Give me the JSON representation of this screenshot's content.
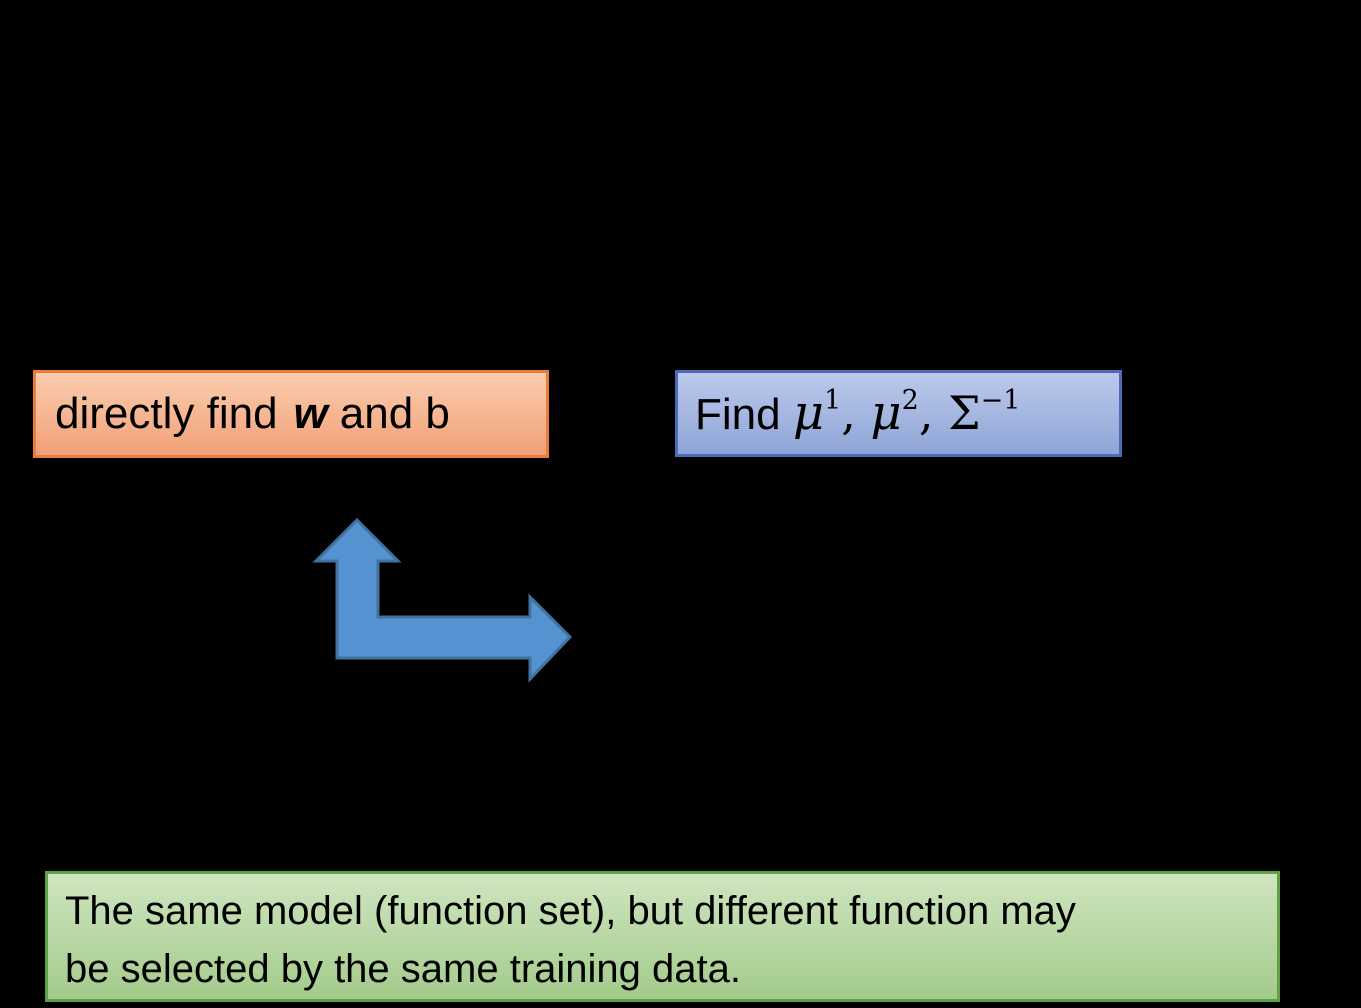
{
  "slide": {
    "background": "#000000"
  },
  "colors": {
    "slide_background": "#000000",
    "text": "#000000",
    "orange_fill_top": "#fbcdae",
    "orange_fill_bottom": "#f1a078",
    "orange_border": "#e87e39",
    "blue_fill_top": "#bcc9eb",
    "blue_fill_bottom": "#8fa5d7",
    "blue_border": "#4d6cb8",
    "green_fill_top": "#cfe5c0",
    "green_fill_bottom": "#a3cb8b",
    "green_border": "#61a144",
    "arrow_fill": "#5592d2",
    "arrow_border": "#41719c"
  },
  "boxes": {
    "discriminative": {
      "text_prefix": "directly find",
      "w_symbol": "w",
      "text_suffix": "and b"
    },
    "generative": {
      "find_label": "Find ",
      "mu1": "μ",
      "mu1_sup": "1",
      "sep1": ", ",
      "mu2": "μ",
      "mu2_sup": "2",
      "sep2": ", ",
      "sigma": "Σ",
      "sigma_sup": "−1"
    },
    "note": {
      "line1": "The same model (function set), but different function may",
      "line2": "be selected by the same training data."
    }
  },
  "icons": {
    "elbow_arrow": "bent-arrow-up-and-right"
  }
}
